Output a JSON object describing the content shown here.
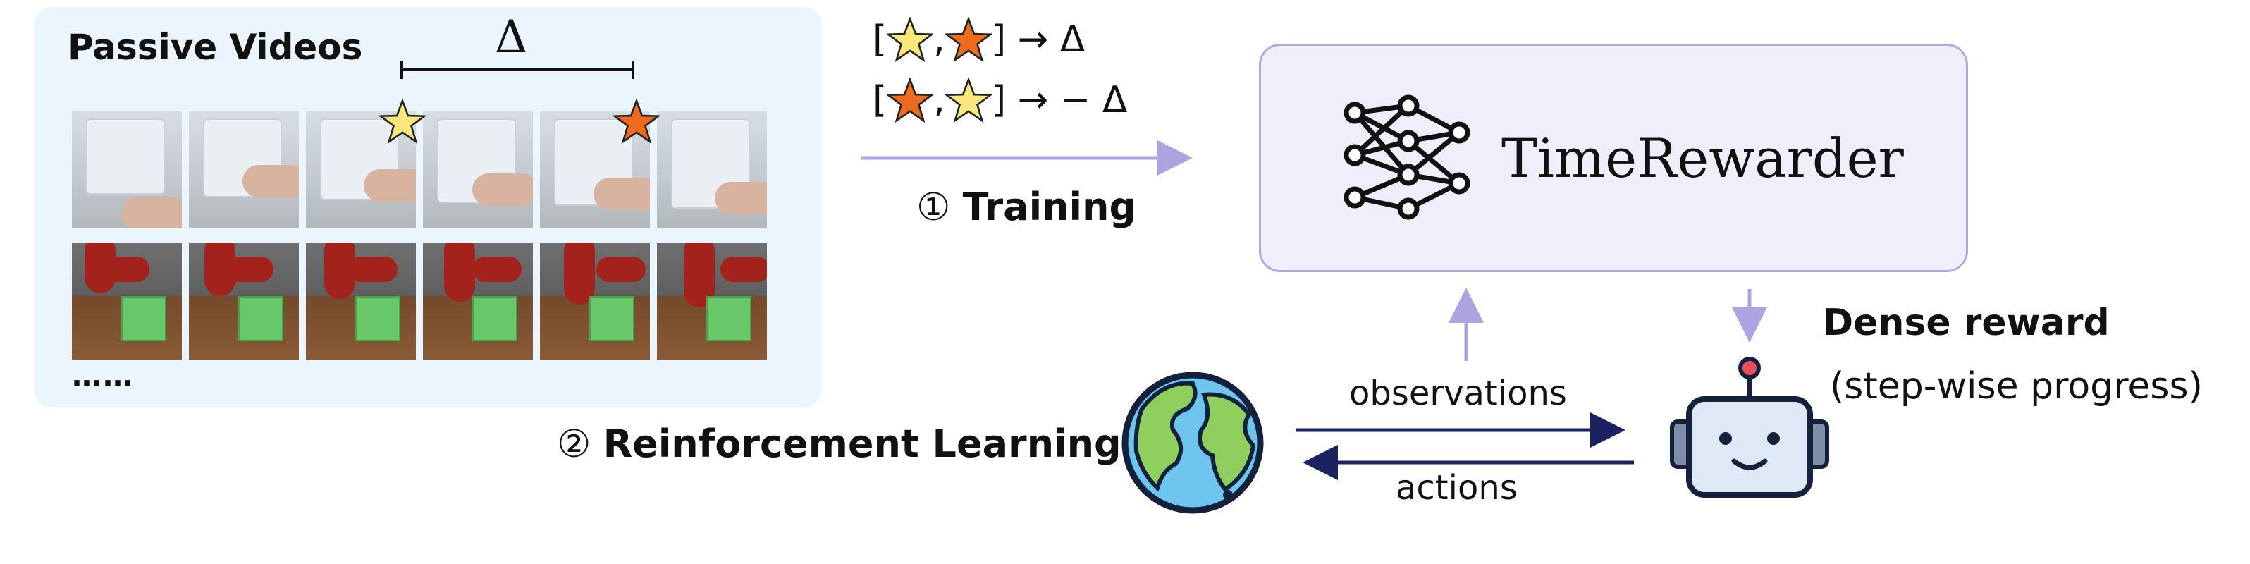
{
  "passive_videos": {
    "title": "Passive Videos",
    "ellipsis": "……",
    "rows": [
      {
        "kind": "human-drawer",
        "frames": 6
      },
      {
        "kind": "robot-sim",
        "frames": 6
      }
    ],
    "star_frames": [
      2,
      4
    ]
  },
  "delta": {
    "label": "Δ"
  },
  "training": {
    "formula_1": {
      "open": "[",
      "sep": ",",
      "close": "] →",
      "result": "Δ"
    },
    "formula_2": {
      "open": "[",
      "sep": ",",
      "close": "] →",
      "result": "− Δ"
    },
    "step_number": "①",
    "label": "Training"
  },
  "model": {
    "name": "TimeRewarder",
    "icon": "neural-network-icon"
  },
  "rl": {
    "step_number": "②",
    "label": "Reinforcement Learning",
    "observations": "observations",
    "actions": "actions",
    "reward_title": "Dense reward",
    "reward_subtitle": "(step-wise progress)"
  },
  "colors": {
    "panel_bg": "#ebf5fd",
    "arrow_purple": "#aea3e1",
    "arrow_navy": "#1b2260",
    "model_bg": "#f0eefa",
    "model_border": "#b3a9e0",
    "star_yellow": "#fbe87c",
    "star_orange": "#ee6a1c"
  }
}
